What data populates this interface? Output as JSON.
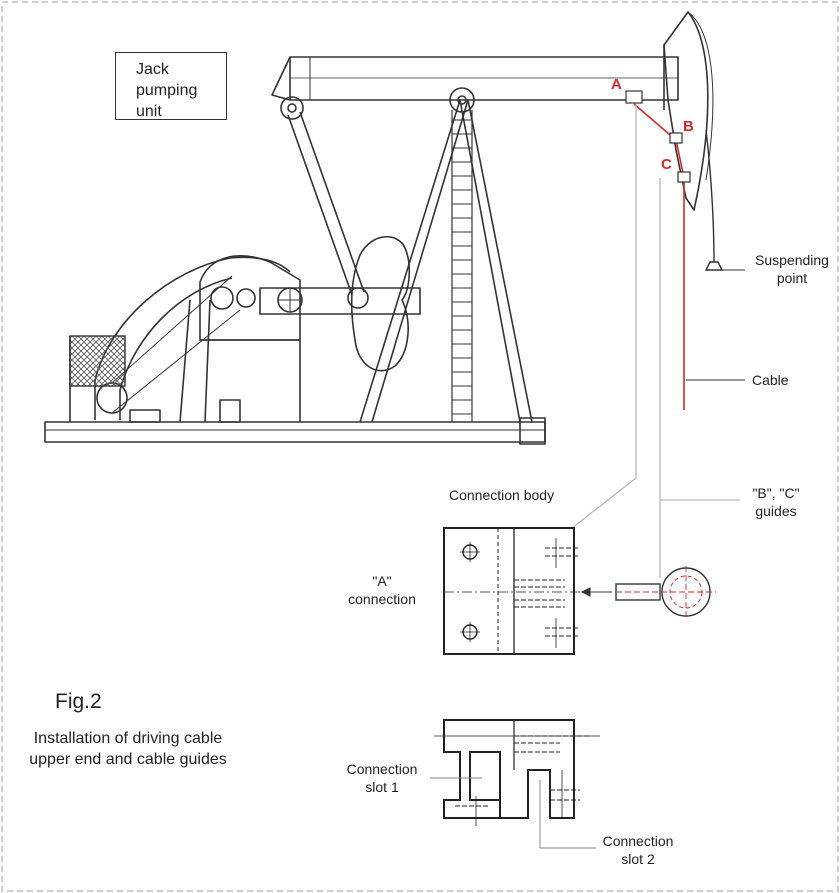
{
  "title": {
    "line1": "Jack",
    "line2": "pumping",
    "line3": "unit"
  },
  "labels": {
    "a": "A",
    "b": "B",
    "c": "C",
    "suspending_line1": "Suspending",
    "suspending_line2": "point",
    "cable": "Cable",
    "guides_line1": "\"B\", \"C\"",
    "guides_line2": "guides",
    "connection_body": "Connection body",
    "a_connection_line1": "\"A\"",
    "a_connection_line2": "connection",
    "slot1_line1": "Connection",
    "slot1_line2": "slot 1",
    "slot2_line1": "Connection",
    "slot2_line2": "slot 2"
  },
  "figure": {
    "number": "Fig.2",
    "caption_line1": "Installation of driving cable",
    "caption_line2": "upper end and cable guides"
  },
  "colors": {
    "line": "#333333",
    "accent": "#d42a2a",
    "leader": "#b8b8b8"
  }
}
